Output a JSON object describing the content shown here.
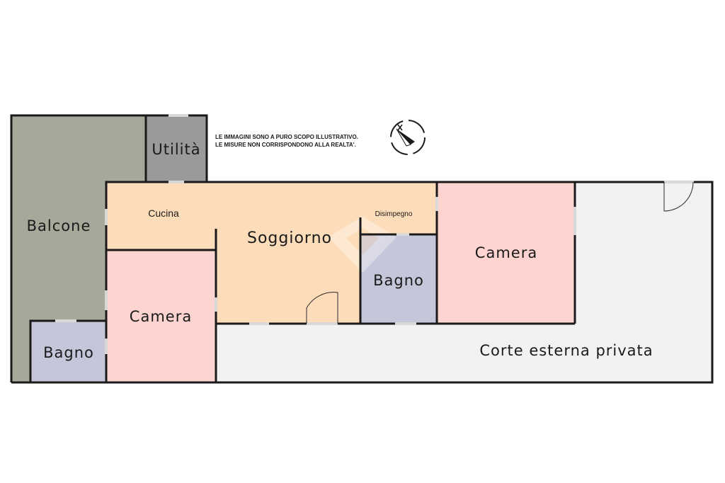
{
  "rooms": {
    "balcone": {
      "label": "Balcone",
      "color": "#a6a899"
    },
    "utilita": {
      "label": "Utilità",
      "color": "#9a9a9a"
    },
    "cucina": {
      "label": "Cucina",
      "color": "#fddcb9"
    },
    "soggiorno": {
      "label": "Soggiorno",
      "color": "#fddcb9"
    },
    "disimpegno": {
      "label": "Disimpegno",
      "color": "#fddcb9"
    },
    "camera_left": {
      "label": "Camera",
      "color": "#fdd4d0"
    },
    "camera_right": {
      "label": "Camera",
      "color": "#fdd4d0"
    },
    "bagno_left": {
      "label": "Bagno",
      "color": "#c6c6da"
    },
    "bagno_center": {
      "label": "Bagno",
      "color": "#c6c6da"
    },
    "corte": {
      "label": "Corte esterna privata",
      "color": "#f2f2f2"
    }
  },
  "disclaimer": {
    "line1": "LE IMMAGINI SONO A PURO SCOPO ILLUSTRATIVO.",
    "line2": "LE MISURE NON CORRISPONDONO ALLA REALTA'."
  },
  "icons": {
    "compass": "compass-icon",
    "watermark": "watermark-logo"
  }
}
